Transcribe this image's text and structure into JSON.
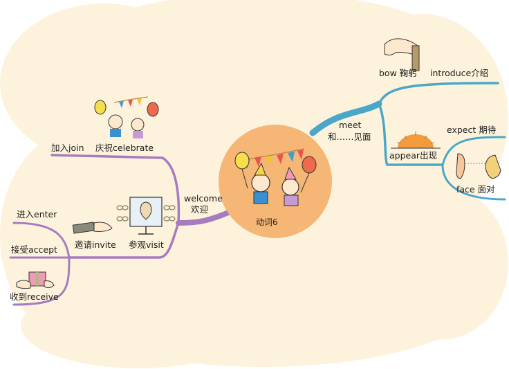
{
  "center": {
    "label": "动词6"
  },
  "branches": {
    "left": {
      "hub": {
        "en": "welcome",
        "zh": "欢迎"
      },
      "celebrate_group": {
        "label_a": "加入join",
        "label_b": "庆祝celebrate"
      },
      "visit_group": {
        "label_a": "邀请invite",
        "label_b": "参观visit"
      },
      "enter": "进入enter",
      "accept": "接受accept",
      "receive": "收到receive"
    },
    "right": {
      "hub": {
        "en": "meet",
        "zh": "和……见面"
      },
      "bow_introduce": {
        "label_a": "bow 鞠躬",
        "label_b": "introduce介绍"
      },
      "appear": "appear出现",
      "expect": "expect 期待",
      "face": "face 面对"
    }
  },
  "colors": {
    "cloud": "#fdf3dc",
    "center_disc": "#f5b676",
    "left_branch": "#a77bbf",
    "right_branch": "#4aa7c9"
  }
}
